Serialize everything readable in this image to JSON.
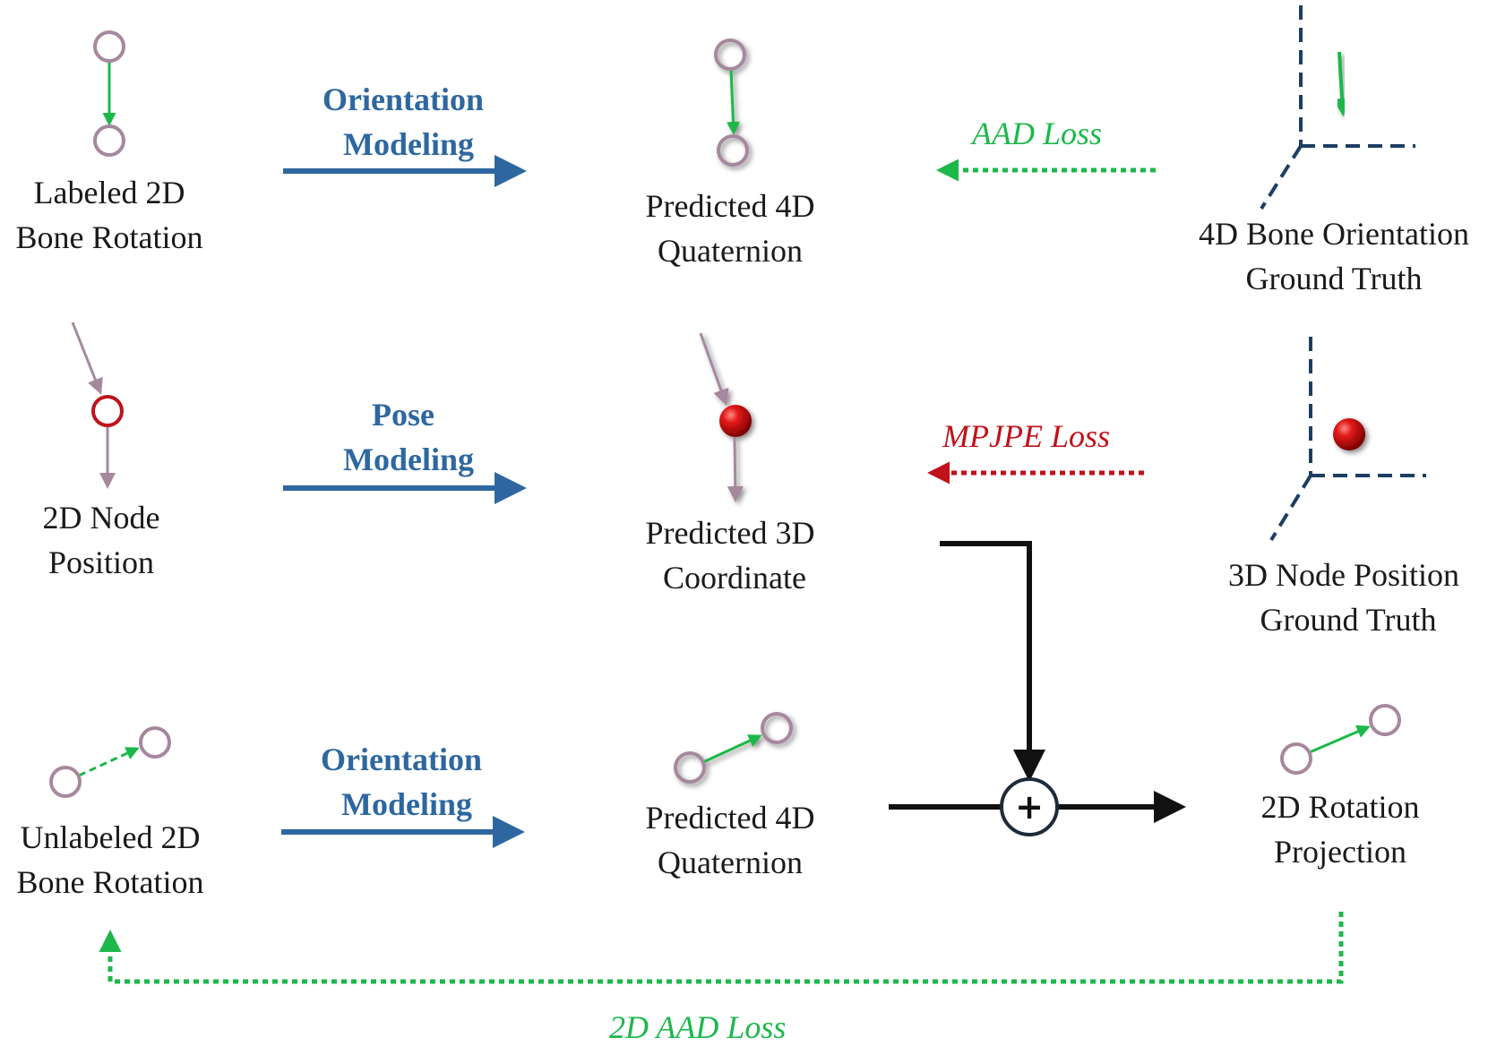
{
  "colors": {
    "blue": "#2e67a0",
    "green": "#1cb84a",
    "red": "#c0121b",
    "purple": "#a6889e",
    "navy": "#1d3e63",
    "black": "#111111"
  },
  "row1": {
    "input": {
      "line1": "Labeled 2D",
      "line2": "Bone Rotation"
    },
    "module": {
      "line1": "Orientation",
      "line2": "Modeling"
    },
    "prediction": {
      "line1": "Predicted 4D",
      "line2": "Quaternion"
    },
    "loss": "AAD Loss",
    "ground_truth": {
      "line1": "4D Bone Orientation",
      "line2": "Ground Truth"
    }
  },
  "row2": {
    "input": {
      "line1": "2D Node",
      "line2": "Position"
    },
    "module": {
      "line1": "Pose",
      "line2": "Modeling"
    },
    "prediction": {
      "line1": "Predicted 3D",
      "line2": "Coordinate"
    },
    "loss": "MPJPE Loss",
    "ground_truth": {
      "line1": "3D Node Position",
      "line2": "Ground Truth"
    }
  },
  "row3": {
    "input": {
      "line1": "Unlabeled 2D",
      "line2": "Bone Rotation"
    },
    "module": {
      "line1": "Orientation",
      "line2": "Modeling"
    },
    "prediction": {
      "line1": "Predicted 4D",
      "line2": "Quaternion"
    },
    "combine_symbol": "+",
    "output": {
      "line1": "2D Rotation",
      "line2": "Projection"
    }
  },
  "bottom_loss": "2D AAD Loss"
}
